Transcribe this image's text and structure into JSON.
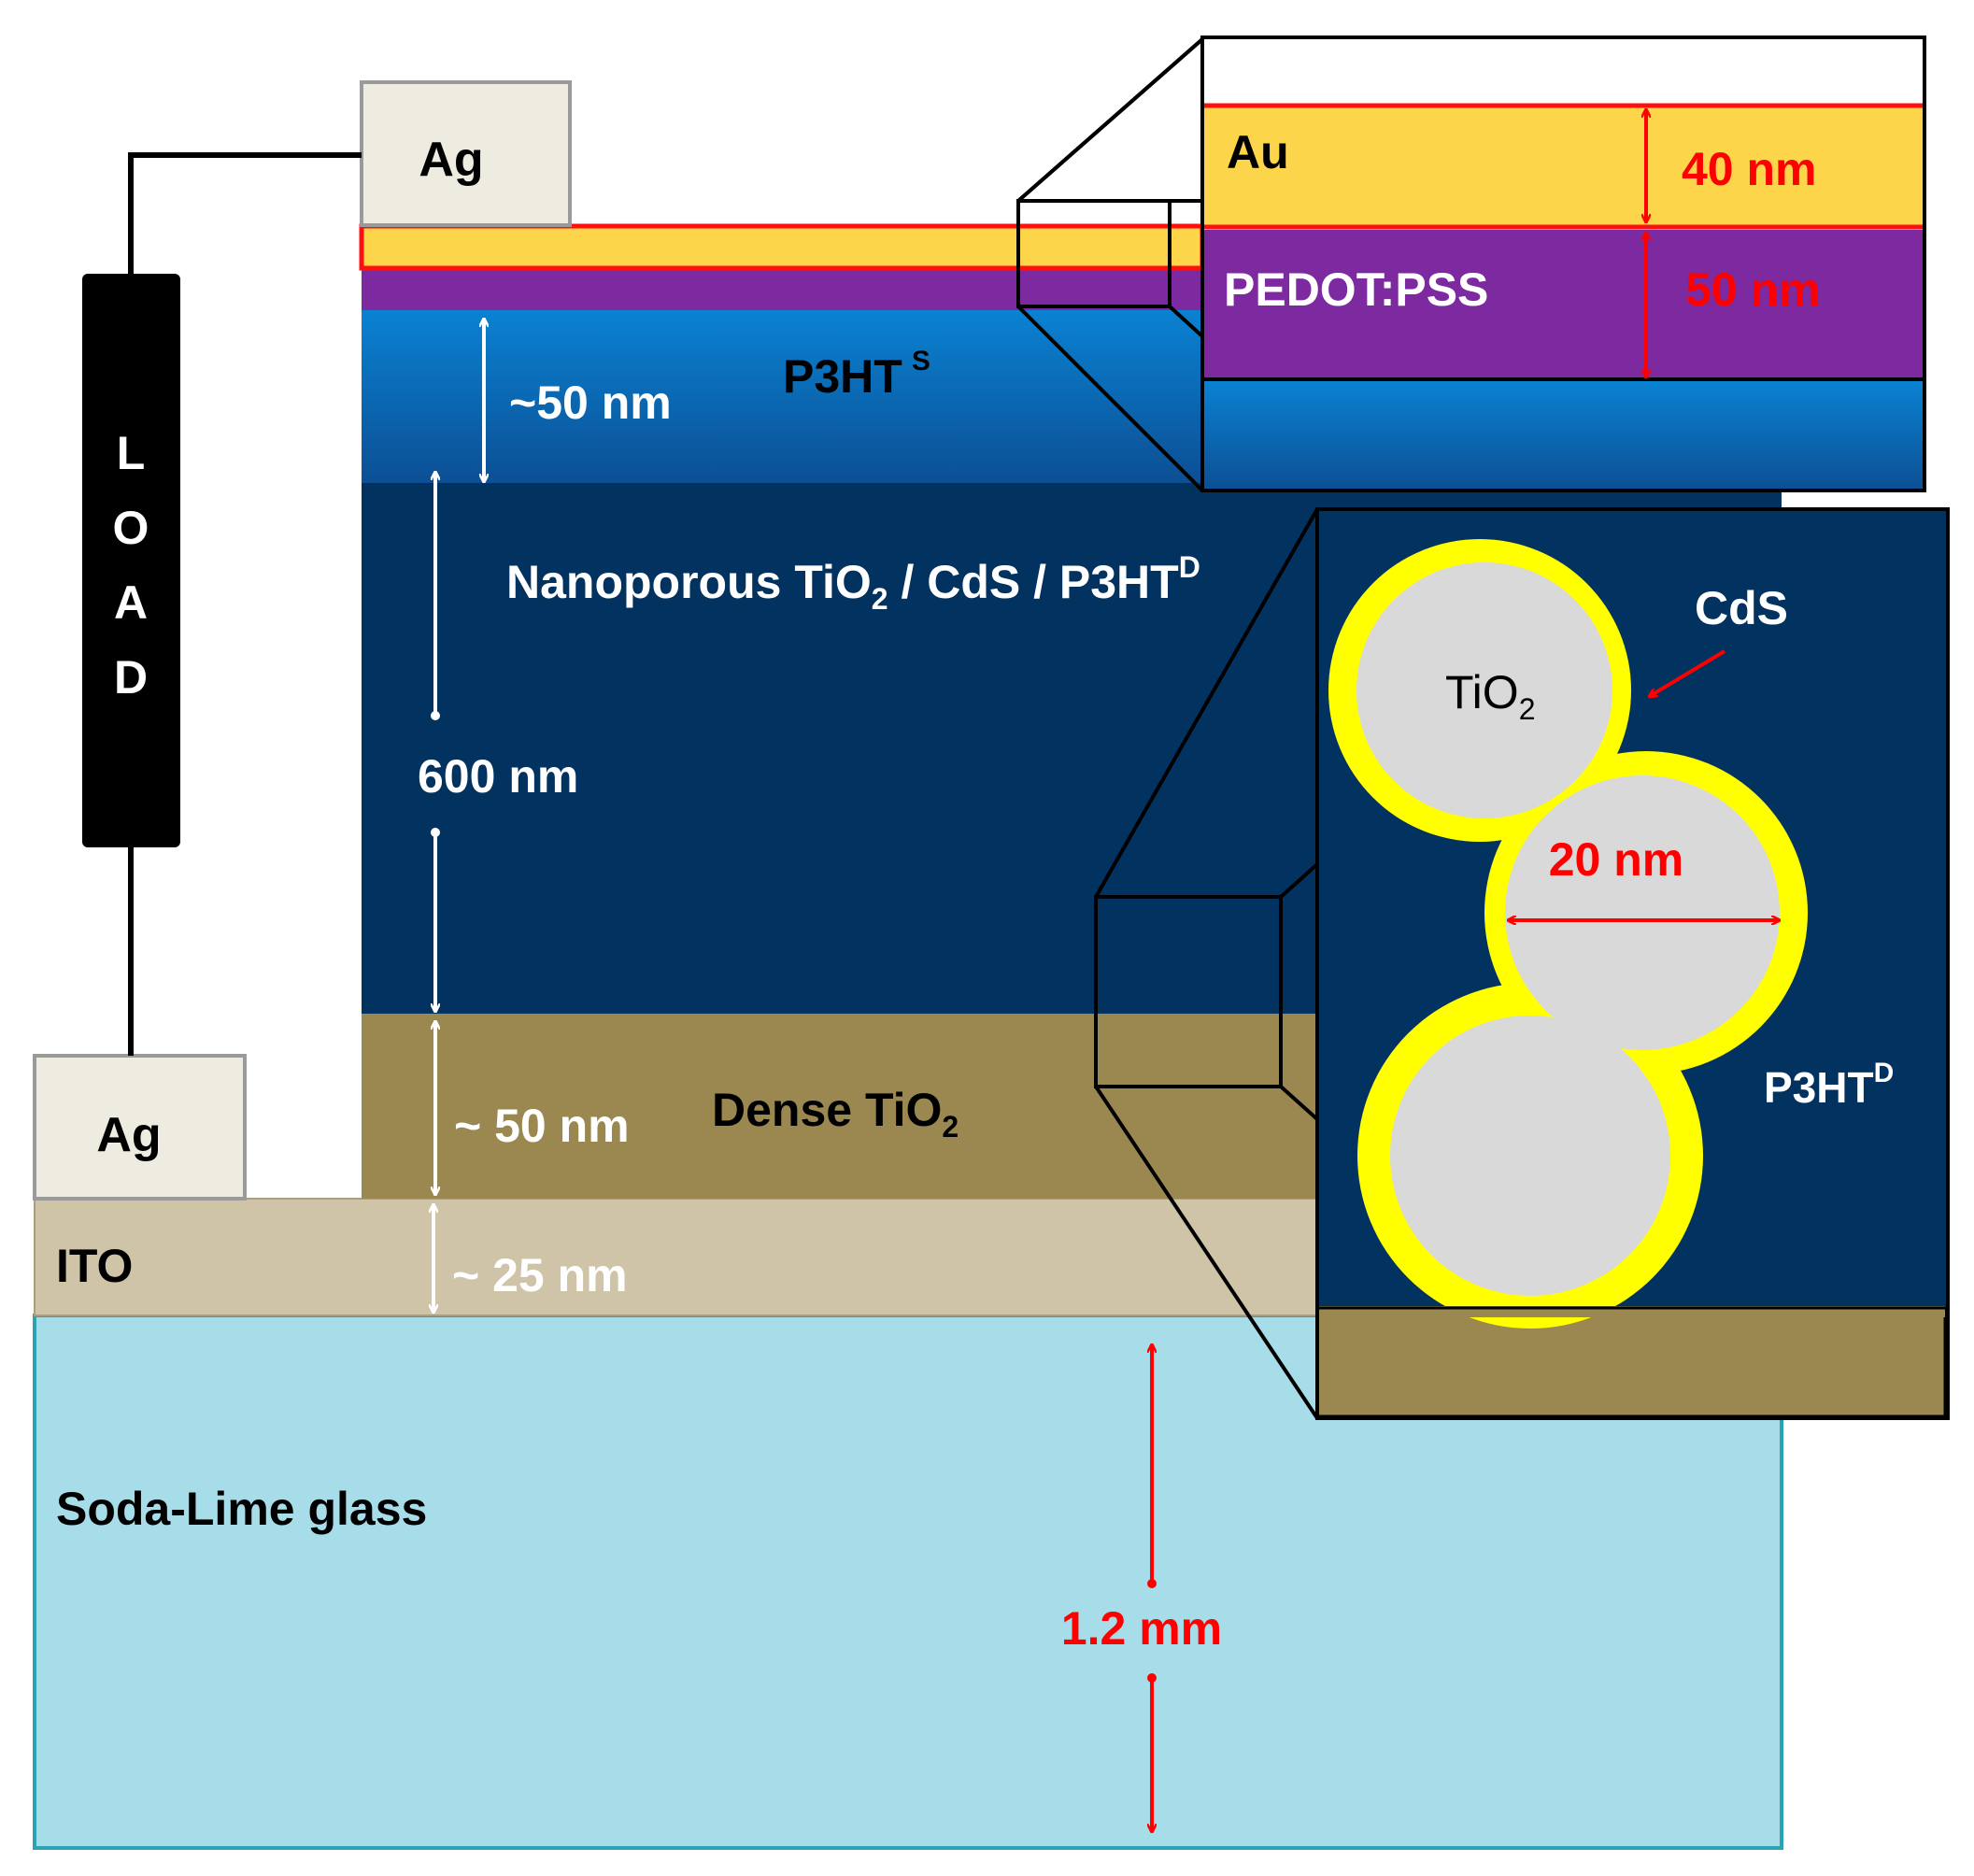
{
  "colors": {
    "ag": "#eeece1",
    "au": "#fdd54b",
    "red_line": "#ff1010",
    "pedot": "#7d2aa0",
    "p3ht_s_top": "#0a82d2",
    "p3ht_s_bottom": "#0c4f94",
    "nanoporous": "#02325f",
    "dense_tio2": "#9a8850",
    "ito": "#cfc4a8",
    "glass": "#a6dde9",
    "glass_edge": "#2aa3b5",
    "cds": "#ffff00",
    "tio2_particle": "#d9d9d9",
    "load": "#000000",
    "dim_red": "#ff0000",
    "dim_white": "#ffffff"
  },
  "electrode_top": {
    "label": "Ag"
  },
  "electrode_bottom": {
    "label": "Ag"
  },
  "load": {
    "letters": [
      "L",
      "O",
      "A",
      "D"
    ]
  },
  "layers": {
    "p3ht_s": {
      "label": "P3HT",
      "sup": "S",
      "thickness": "~50 nm"
    },
    "nanoporous": {
      "label_part1": "Nanoporous TiO",
      "label_sub": "2",
      "label_part2": " / CdS / P3HT",
      "label_sup": "D",
      "thickness": "600 nm"
    },
    "dense_tio2": {
      "label": "Dense TiO",
      "sub": "2",
      "thickness": "~ 50 nm"
    },
    "ito": {
      "label": "ITO",
      "thickness": "~ 25 nm"
    },
    "glass": {
      "label": "Soda-Lime glass",
      "thickness": "1.2 mm"
    }
  },
  "inset_top": {
    "au": {
      "label": "Au",
      "thickness": "40 nm"
    },
    "pedot": {
      "label": "PEDOT:PSS",
      "thickness": "50 nm"
    }
  },
  "inset_bottom": {
    "cds_label": "CdS",
    "tio2_label": "TiO",
    "tio2_sub": "2",
    "diameter": "20 nm",
    "p3ht_label": "P3HT",
    "p3ht_sup": "D"
  }
}
